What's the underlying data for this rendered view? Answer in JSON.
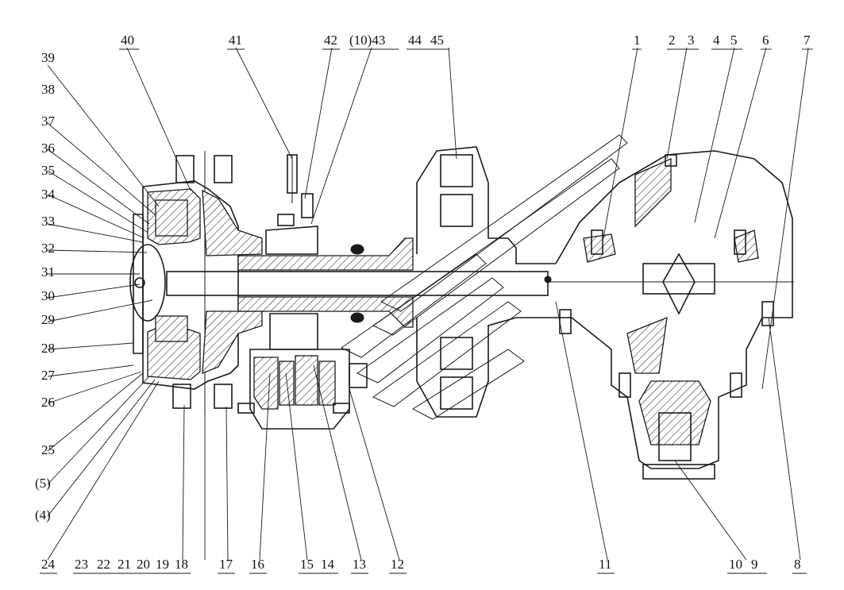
{
  "callouts": {
    "c1": "1",
    "c2": "2",
    "c3": "3",
    "c4": "4",
    "c5": "5",
    "c6": "6",
    "c7": "7",
    "c8": "8",
    "c9": "9",
    "c10": "10",
    "c11": "11",
    "c12": "12",
    "c13": "13",
    "c14": "14",
    "c15": "15",
    "c16": "16",
    "c17": "17",
    "c18": "18",
    "c19": "19",
    "c20": "20",
    "c21": "21",
    "c22": "22",
    "c23": "23",
    "c24": "24",
    "c25": "25",
    "c26": "26",
    "c27": "27",
    "c28": "28",
    "c29": "29",
    "c30": "30",
    "c31": "31",
    "c32": "32",
    "c33": "33",
    "c34": "34",
    "c35": "35",
    "c36": "36",
    "c37": "37",
    "c38": "38",
    "c39": "39",
    "c40": "40",
    "c41": "41",
    "c42": "42",
    "c10_43": "(10)43",
    "c44": "44",
    "c45": "45",
    "c5p": "(5)",
    "c4p": "(4)"
  },
  "colors": {
    "ink": "#1a1a1a",
    "paper": "#ffffff"
  }
}
